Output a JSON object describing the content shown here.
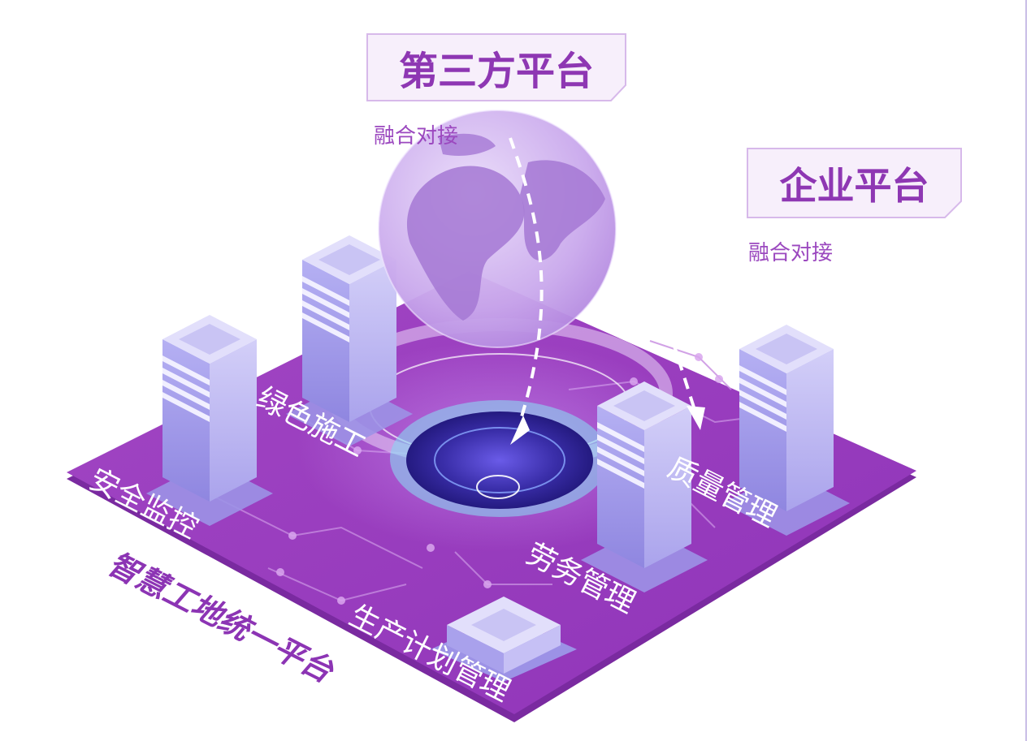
{
  "platforms": {
    "third_party": {
      "title": "第三方平台",
      "subtitle": "融合对接"
    },
    "enterprise": {
      "title": "企业平台",
      "subtitle": "融合对接"
    }
  },
  "modules": {
    "green": "绿色施工",
    "safety": "安全监控",
    "quality": "质量管理",
    "labor": "劳务管理",
    "production": "生产计划管理"
  },
  "base_label": "智慧工地统一平台",
  "colors": {
    "platform_purple": "#9a3ec1",
    "title_text": "#8e37b3",
    "server_light": "#c8c2f5",
    "server_mid": "#a7a0ec",
    "core_blue": "#3a2fa8",
    "globe": "#c49de6",
    "arrow": "#ffffff"
  },
  "icons": [
    "globe-icon",
    "server-icon",
    "core-ring-icon",
    "dashed-arrow-icon"
  ]
}
